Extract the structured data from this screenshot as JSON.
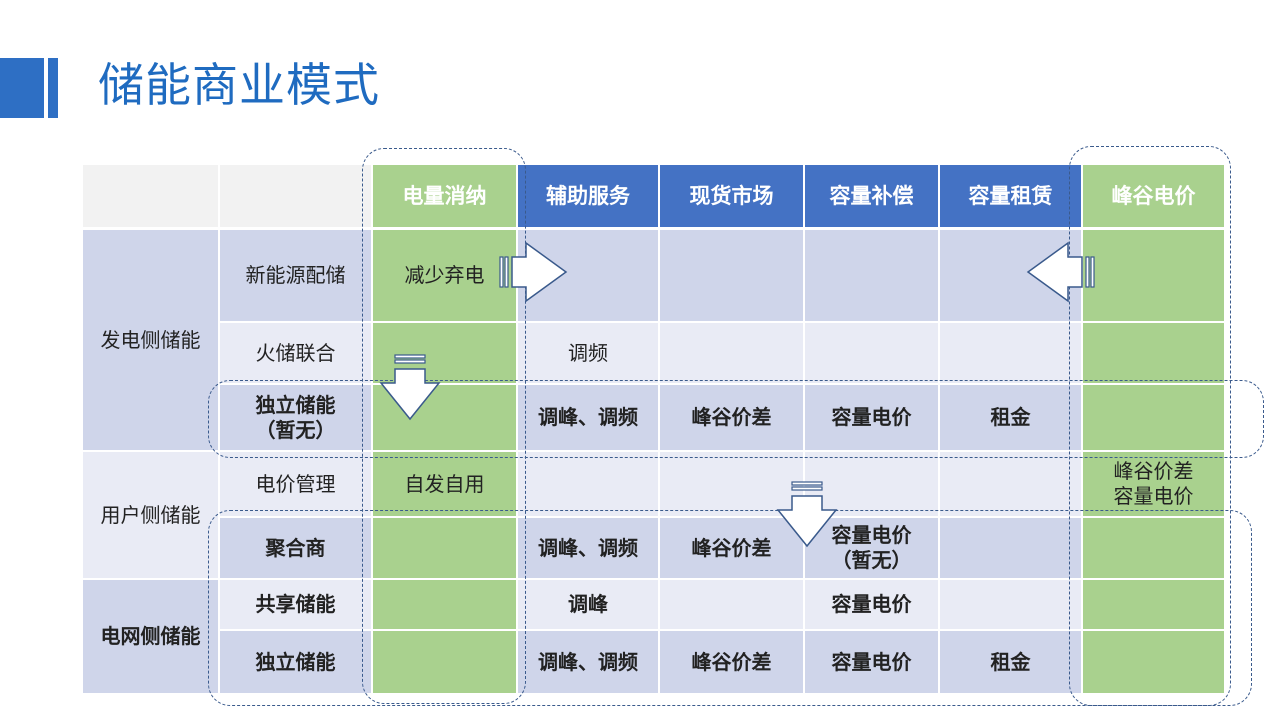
{
  "title": "储能商业模式",
  "columns": [
    "电量消纳",
    "辅助服务",
    "现货市场",
    "容量补偿",
    "容量租赁",
    "峰谷电价"
  ],
  "groups": [
    "发电侧储能",
    "用户侧储能",
    "电网侧储能"
  ],
  "rows": [
    {
      "label": "新能源配储",
      "cells": [
        "减少弃电",
        "",
        "",
        "",
        "",
        ""
      ]
    },
    {
      "label": "火储联合",
      "cells": [
        "",
        "调频",
        "",
        "",
        "",
        ""
      ]
    },
    {
      "label": "独立储能\n（暂无）",
      "cells": [
        "",
        "调峰、调频",
        "峰谷价差",
        "容量电价",
        "租金",
        ""
      ]
    },
    {
      "label": "电价管理",
      "cells": [
        "自发自用",
        "",
        "",
        "",
        "",
        "峰谷价差\n容量电价"
      ]
    },
    {
      "label": "聚合商",
      "cells": [
        "",
        "调峰、调频",
        "峰谷价差",
        "容量电价\n（暂无）",
        "",
        ""
      ]
    },
    {
      "label": "共享储能",
      "cells": [
        "",
        "调峰",
        "",
        "容量电价",
        "",
        ""
      ]
    },
    {
      "label": "独立储能",
      "cells": [
        "",
        "调峰、调频",
        "峰谷价差",
        "容量电价",
        "租金",
        ""
      ]
    }
  ],
  "colors": {
    "header_blue": "#4472c4",
    "accent_green": "#a9d18e",
    "row_dark": "#cfd5ea",
    "row_light": "#e9ebf5",
    "title_blue": "#1f6bc0"
  }
}
